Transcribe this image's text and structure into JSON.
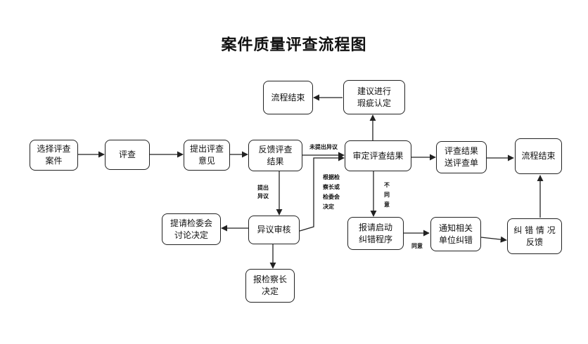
{
  "title": "案件质量评查流程图",
  "nodes": {
    "select": "选择评查\n案件",
    "review": "评查",
    "propose": "提出评查\n意见",
    "feedback": "反馈评查\n结果",
    "finalize": "审定评查结果",
    "send": "评查结果\n送评查单",
    "end_right": "流程结束",
    "suggest": "建议进行\n瑕疵认定",
    "end_top": "流程结束",
    "objection": "异议审核",
    "committee": "提请检委会\n讨论决定",
    "chief": "报检察长\n决定",
    "correct_start": "报请启动\n纠错程序",
    "notify": "通知相关\n单位纠错",
    "correct_feedback": "纠 错 情 况\n反馈"
  },
  "labels": {
    "no_objection": "未提出异议",
    "raise_objection": "提出\n异议",
    "decision_basis": "根据检\n察长或\n检委会\n决定",
    "disagree": "不\n同\n意",
    "agree": "同意"
  }
}
